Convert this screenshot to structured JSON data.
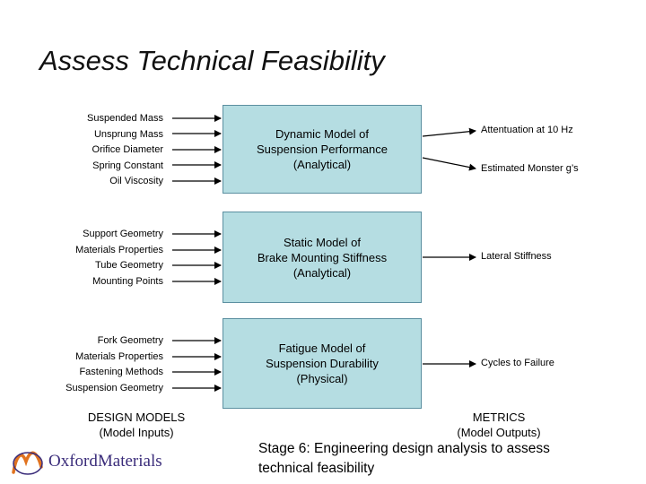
{
  "title": "Assess Technical Feasibility",
  "groups": [
    {
      "inputs": [
        "Suspended Mass",
        "Unsprung Mass",
        "Orifice Diameter",
        "Spring Constant",
        "Oil Viscosity"
      ],
      "model": [
        "Dynamic Model of",
        "Suspension Performance",
        "(Analytical)"
      ],
      "outputs": [
        "Attentuation at 10 Hz",
        "Estimated Monster g’s"
      ]
    },
    {
      "inputs": [
        "Support Geometry",
        "Materials Properties",
        "Tube Geometry",
        "Mounting Points"
      ],
      "model": [
        "Static Model of",
        "Brake Mounting Stiffness",
        "(Analytical)"
      ],
      "outputs": [
        "Lateral Stiffness"
      ]
    },
    {
      "inputs": [
        "Fork Geometry",
        "Materials Properties",
        "Fastening Methods",
        "Suspension Geometry"
      ],
      "model": [
        "Fatigue Model of",
        "Suspension Durability",
        "(Physical)"
      ],
      "outputs": [
        "Cycles to Failure"
      ]
    }
  ],
  "captions": {
    "design_models": "DESIGN MODELS",
    "model_inputs": "(Model Inputs)",
    "metrics": "METRICS",
    "model_outputs": "(Model Outputs)"
  },
  "stage": {
    "line1": "Stage 6: Engineering design analysis to assess",
    "line2": "technical feasibility"
  },
  "logo": {
    "text_part1": "Oxford",
    "text_part2": "Materials",
    "icon": "oxford-materials-logo-icon",
    "colors": {
      "swoosh": "#e1731f",
      "text": "#3a2c7a"
    }
  },
  "colors": {
    "box_fill": "#b5dde2",
    "box_border": "#5b8fa0"
  }
}
